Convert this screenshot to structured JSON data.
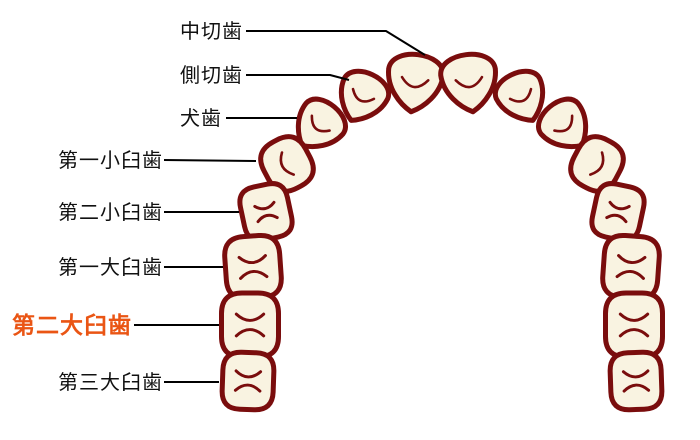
{
  "diagram_title": "upper dental arch tooth names",
  "labels": [
    {
      "text": "中切歯",
      "highlighted": false
    },
    {
      "text": "側切歯",
      "highlighted": false
    },
    {
      "text": "犬歯",
      "highlighted": false
    },
    {
      "text": "第一小臼歯",
      "highlighted": false
    },
    {
      "text": "第二小臼歯",
      "highlighted": false
    },
    {
      "text": "第一大臼歯",
      "highlighted": false
    },
    {
      "text": "第二大臼歯",
      "highlighted": true
    },
    {
      "text": "第三大臼歯",
      "highlighted": false
    }
  ],
  "colors": {
    "tooth_outline": "#7a0d0d",
    "tooth_fill": "#f9f3e1",
    "label_color": "#111111",
    "highlight_color": "#ea5514",
    "line_color": "#000000",
    "background": "#ffffff"
  }
}
